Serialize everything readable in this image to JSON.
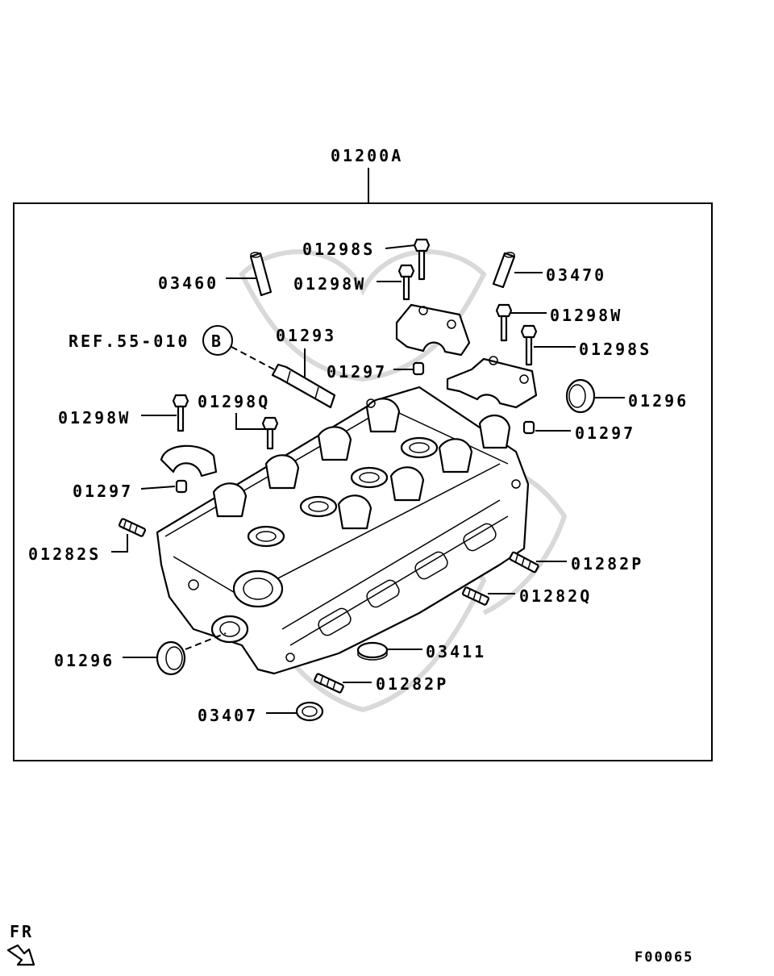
{
  "diagram": {
    "assembly_label": "01200A",
    "figure_code": "F00065",
    "direction_label": "FR",
    "reference": {
      "text": "REF.55-010",
      "circle_letter": "B"
    },
    "callouts": {
      "c_01298S_top": "01298S",
      "c_03460": "03460",
      "c_01298W_top": "01298W",
      "c_03470": "03470",
      "c_01298W_right": "01298W",
      "c_01298S_right": "01298S",
      "c_01293": "01293",
      "c_01297_top": "01297",
      "c_01296_right": "01296",
      "c_01298W_left": "01298W",
      "c_01298Q": "01298Q",
      "c_01297_right": "01297",
      "c_01297_left": "01297",
      "c_01282S": "01282S",
      "c_01282P_right": "01282P",
      "c_01282Q": "01282Q",
      "c_01296_left": "01296",
      "c_03411": "03411",
      "c_01282P_bottom": "01282P",
      "c_03407": "03407"
    }
  }
}
